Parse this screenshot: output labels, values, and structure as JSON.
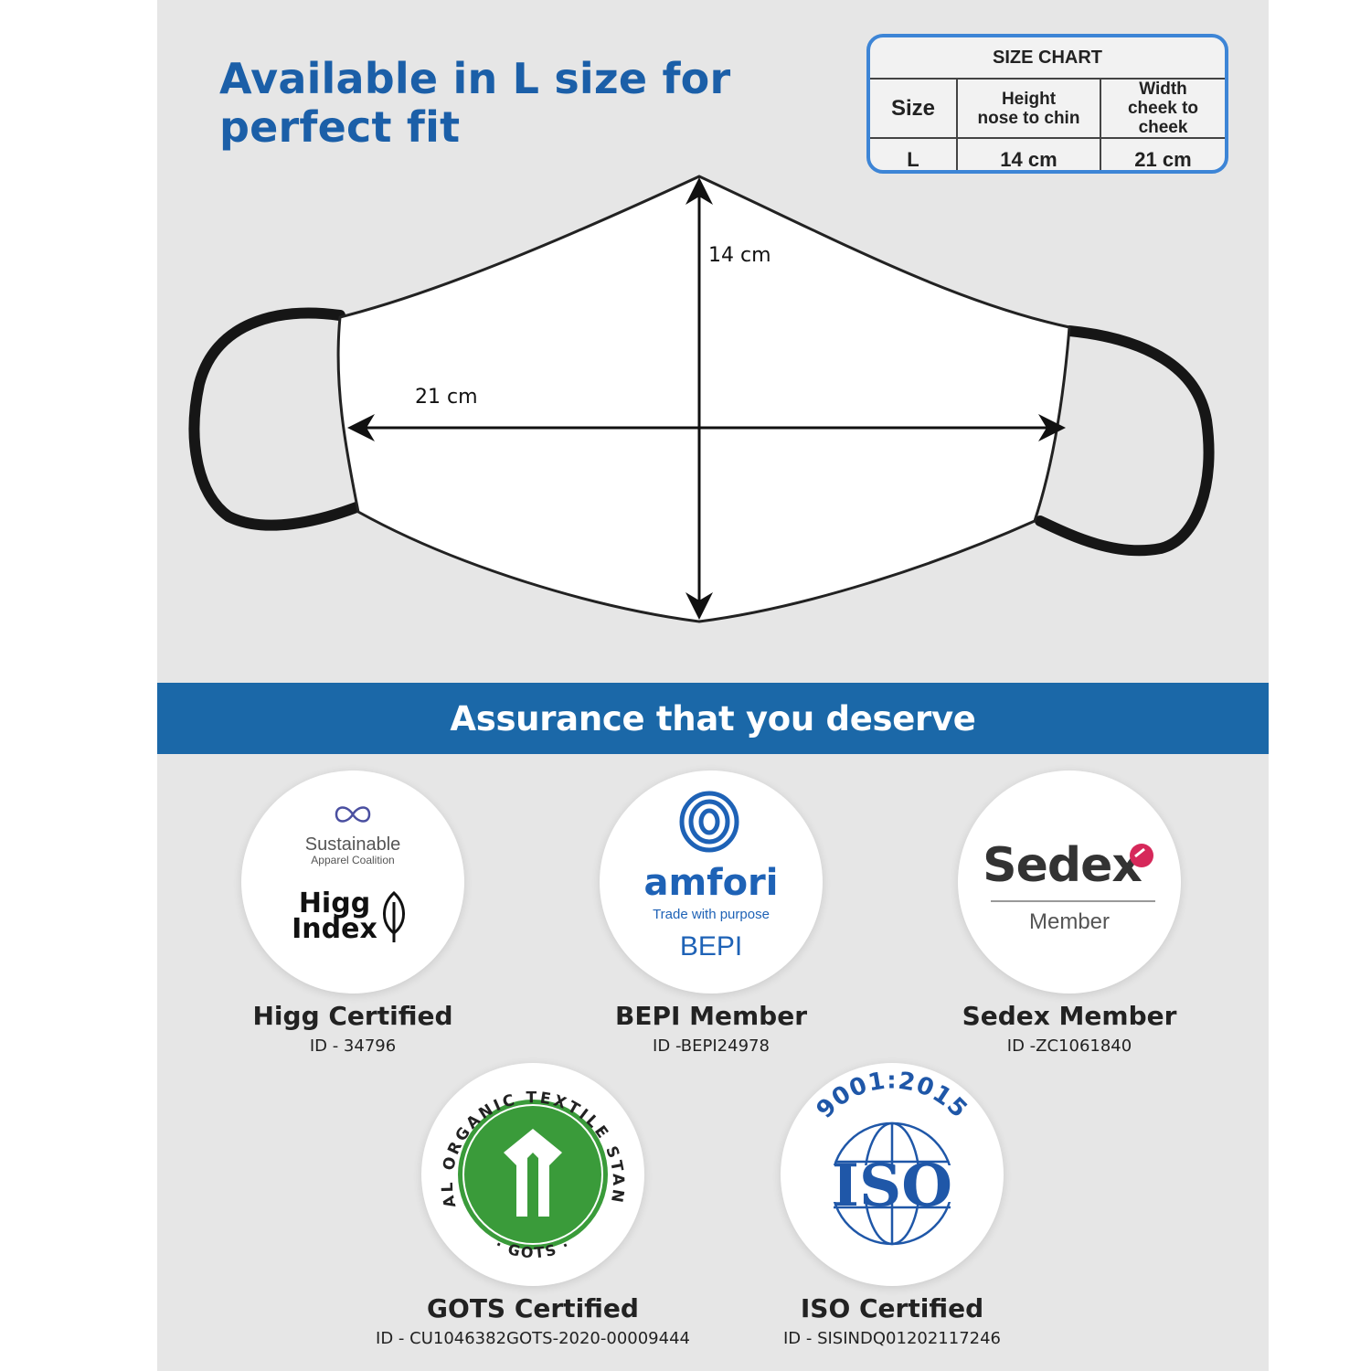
{
  "headline": {
    "line1": "Available in L size for",
    "line2": "perfect fit"
  },
  "size_chart": {
    "title": "SIZE CHART",
    "col_size": "Size",
    "col_height_1": "Height",
    "col_height_2": "nose to chin",
    "col_width_1": "Width",
    "col_width_2": "cheek to cheek",
    "row_size": "L",
    "row_height": "14 cm",
    "row_width": "21 cm"
  },
  "mask": {
    "height_label": "14 cm",
    "width_label": "21 cm"
  },
  "banner": {
    "title": "Assurance that you deserve"
  },
  "certs": {
    "higg": {
      "logo_line1": "Sustainable",
      "logo_line2": "Apparel Coalition",
      "logo_line3": "Higg",
      "logo_line4": "Index",
      "title": "Higg Certified",
      "id": "ID - 34796"
    },
    "bepi": {
      "logo_line1": "amfori",
      "logo_line2": "Trade with purpose",
      "logo_line3": "BEPI",
      "title": "BEPI Member",
      "id": "ID -BEPI24978"
    },
    "sedex": {
      "logo_line1": "Sedex",
      "logo_line2": "Member",
      "title": "Sedex Member",
      "id": "ID -ZC1061840"
    },
    "gots": {
      "ring_text": "GLOBAL ORGANIC TEXTILE STANDARD",
      "ring_bottom": "· GOTS ·",
      "title": "GOTS Certified",
      "id": "ID - CU1046382GOTS-2020-00009444"
    },
    "iso": {
      "logo_line1": "9001:2015",
      "logo_line2": "ISO",
      "title": "ISO Certified",
      "id": "ID - SISINDQ01202117246"
    }
  },
  "colors": {
    "brand_blue": "#1b68a8",
    "headline_blue": "#1b5fa8",
    "gots_green": "#3a9b3a",
    "iso_blue": "#1f57a8",
    "sedex_red": "#d6285a"
  }
}
